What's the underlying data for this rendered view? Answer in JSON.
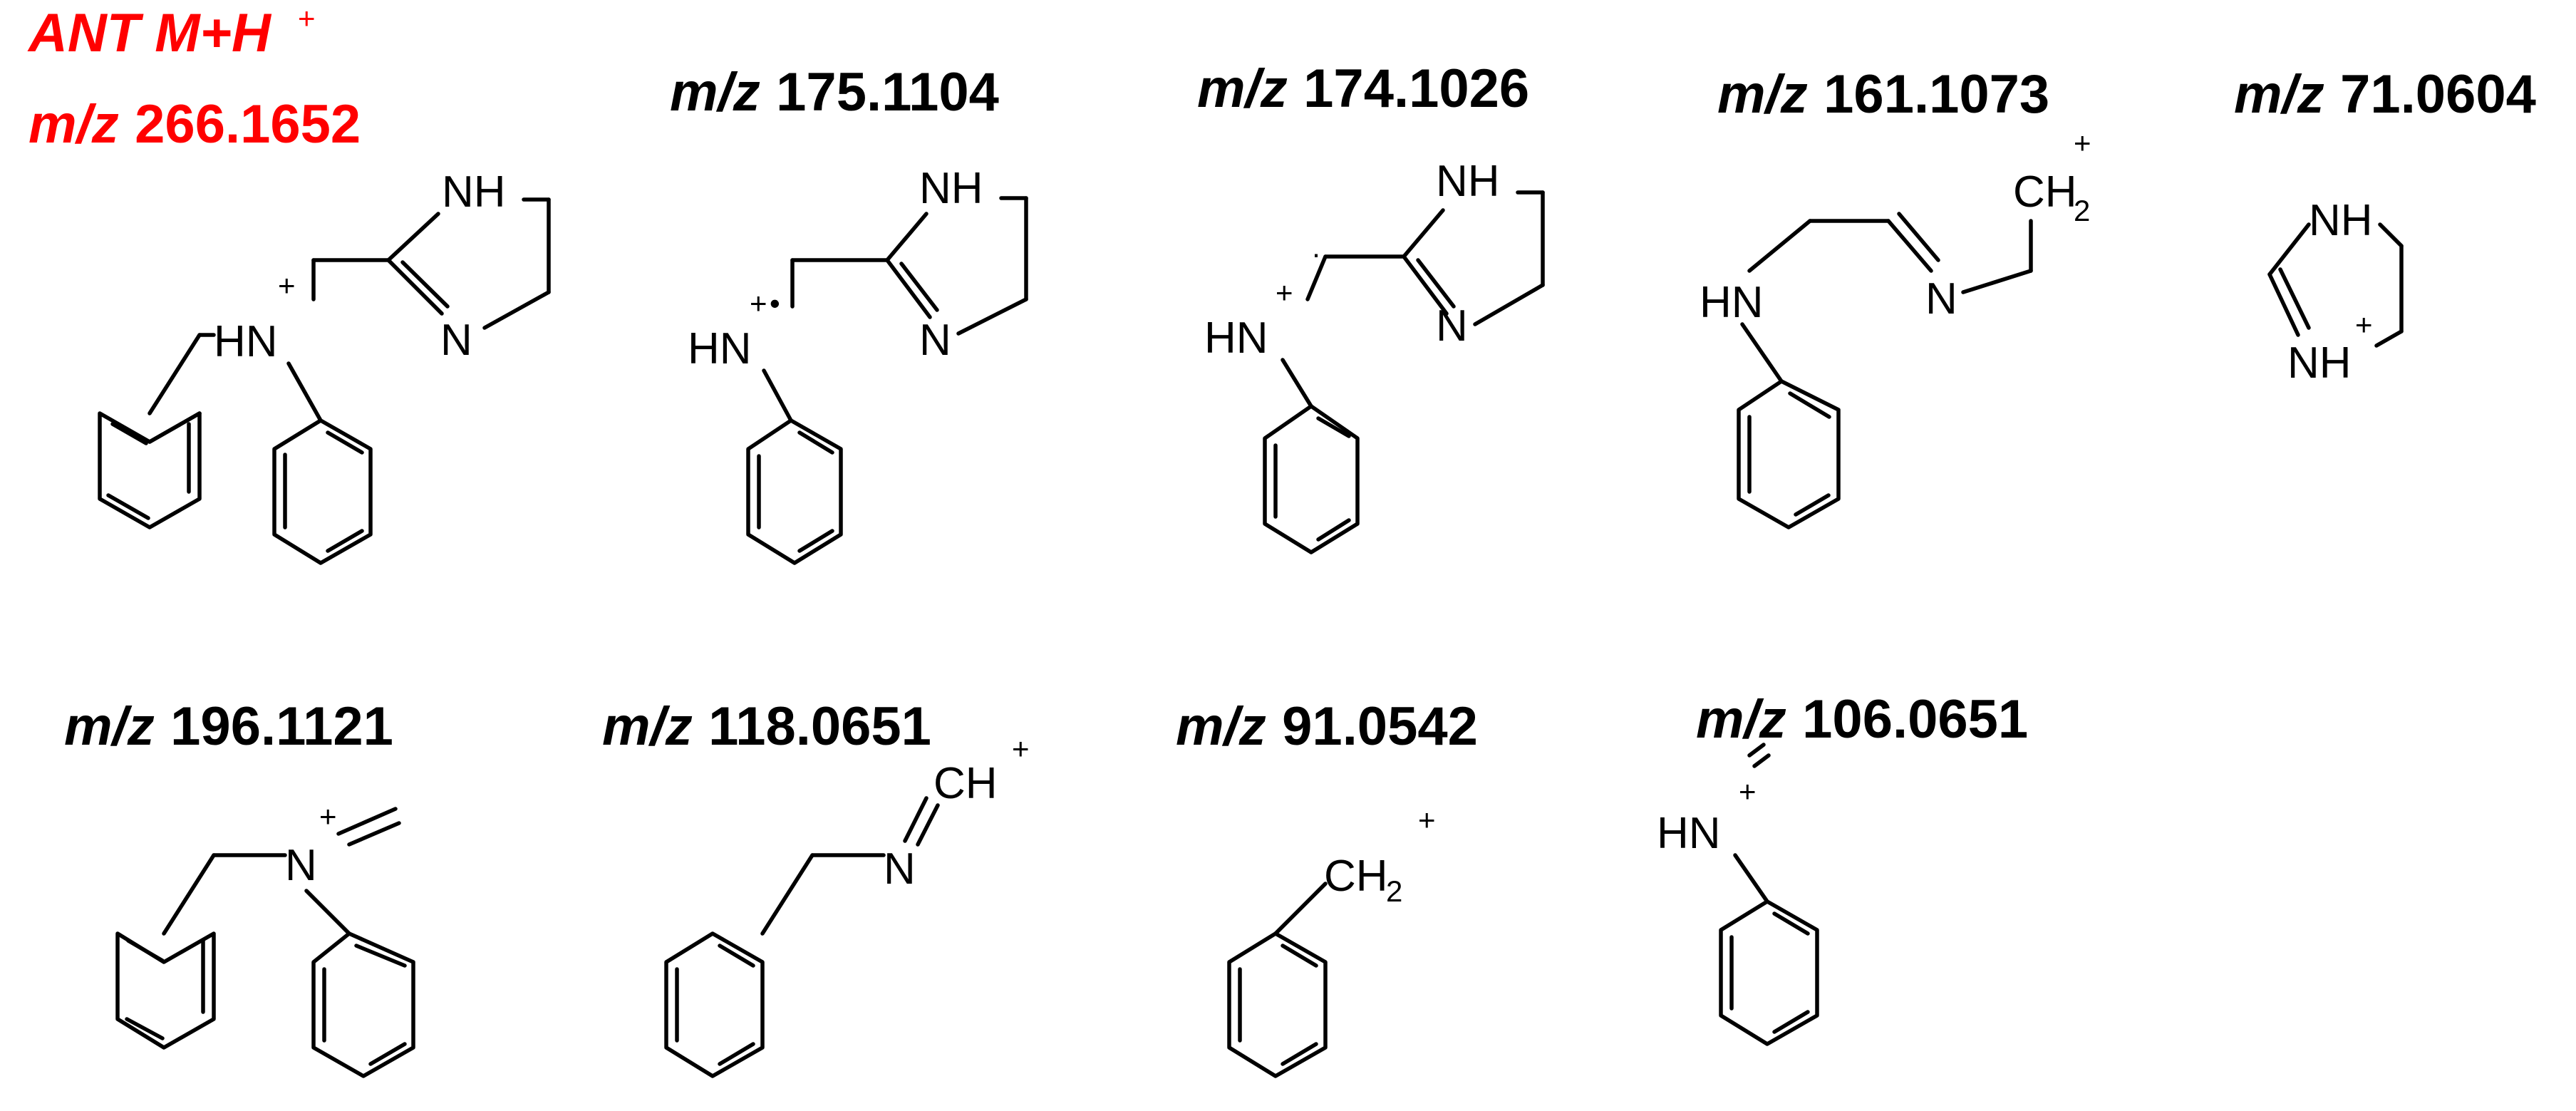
{
  "parent": {
    "name": "ANT M+H",
    "charge": "+",
    "mz_prefix": "m/z",
    "mz_value": "266.1652",
    "color": "#ff0000"
  },
  "fragments": [
    {
      "id": "f175",
      "mz_prefix": "m/z",
      "mz_value": "175.1104"
    },
    {
      "id": "f174",
      "mz_prefix": "m/z",
      "mz_value": "174.1026"
    },
    {
      "id": "f161",
      "mz_prefix": "m/z",
      "mz_value": "161.1073"
    },
    {
      "id": "f71",
      "mz_prefix": "m/z",
      "mz_value": "71.0604"
    },
    {
      "id": "f196",
      "mz_prefix": "m/z",
      "mz_value": "196.1121"
    },
    {
      "id": "f118",
      "mz_prefix": "m/z",
      "mz_value": "118.0651"
    },
    {
      "id": "f91",
      "mz_prefix": "m/z",
      "mz_value": "91.0542"
    },
    {
      "id": "f106",
      "mz_prefix": "m/z",
      "mz_value": "106.0651"
    }
  ],
  "atoms": {
    "nh": "NH",
    "hn": "HN",
    "n": "N",
    "ch": "CH",
    "ch2": "CH",
    "sub2": "2",
    "plus": "+",
    "radical": "•",
    "dot": "·"
  }
}
